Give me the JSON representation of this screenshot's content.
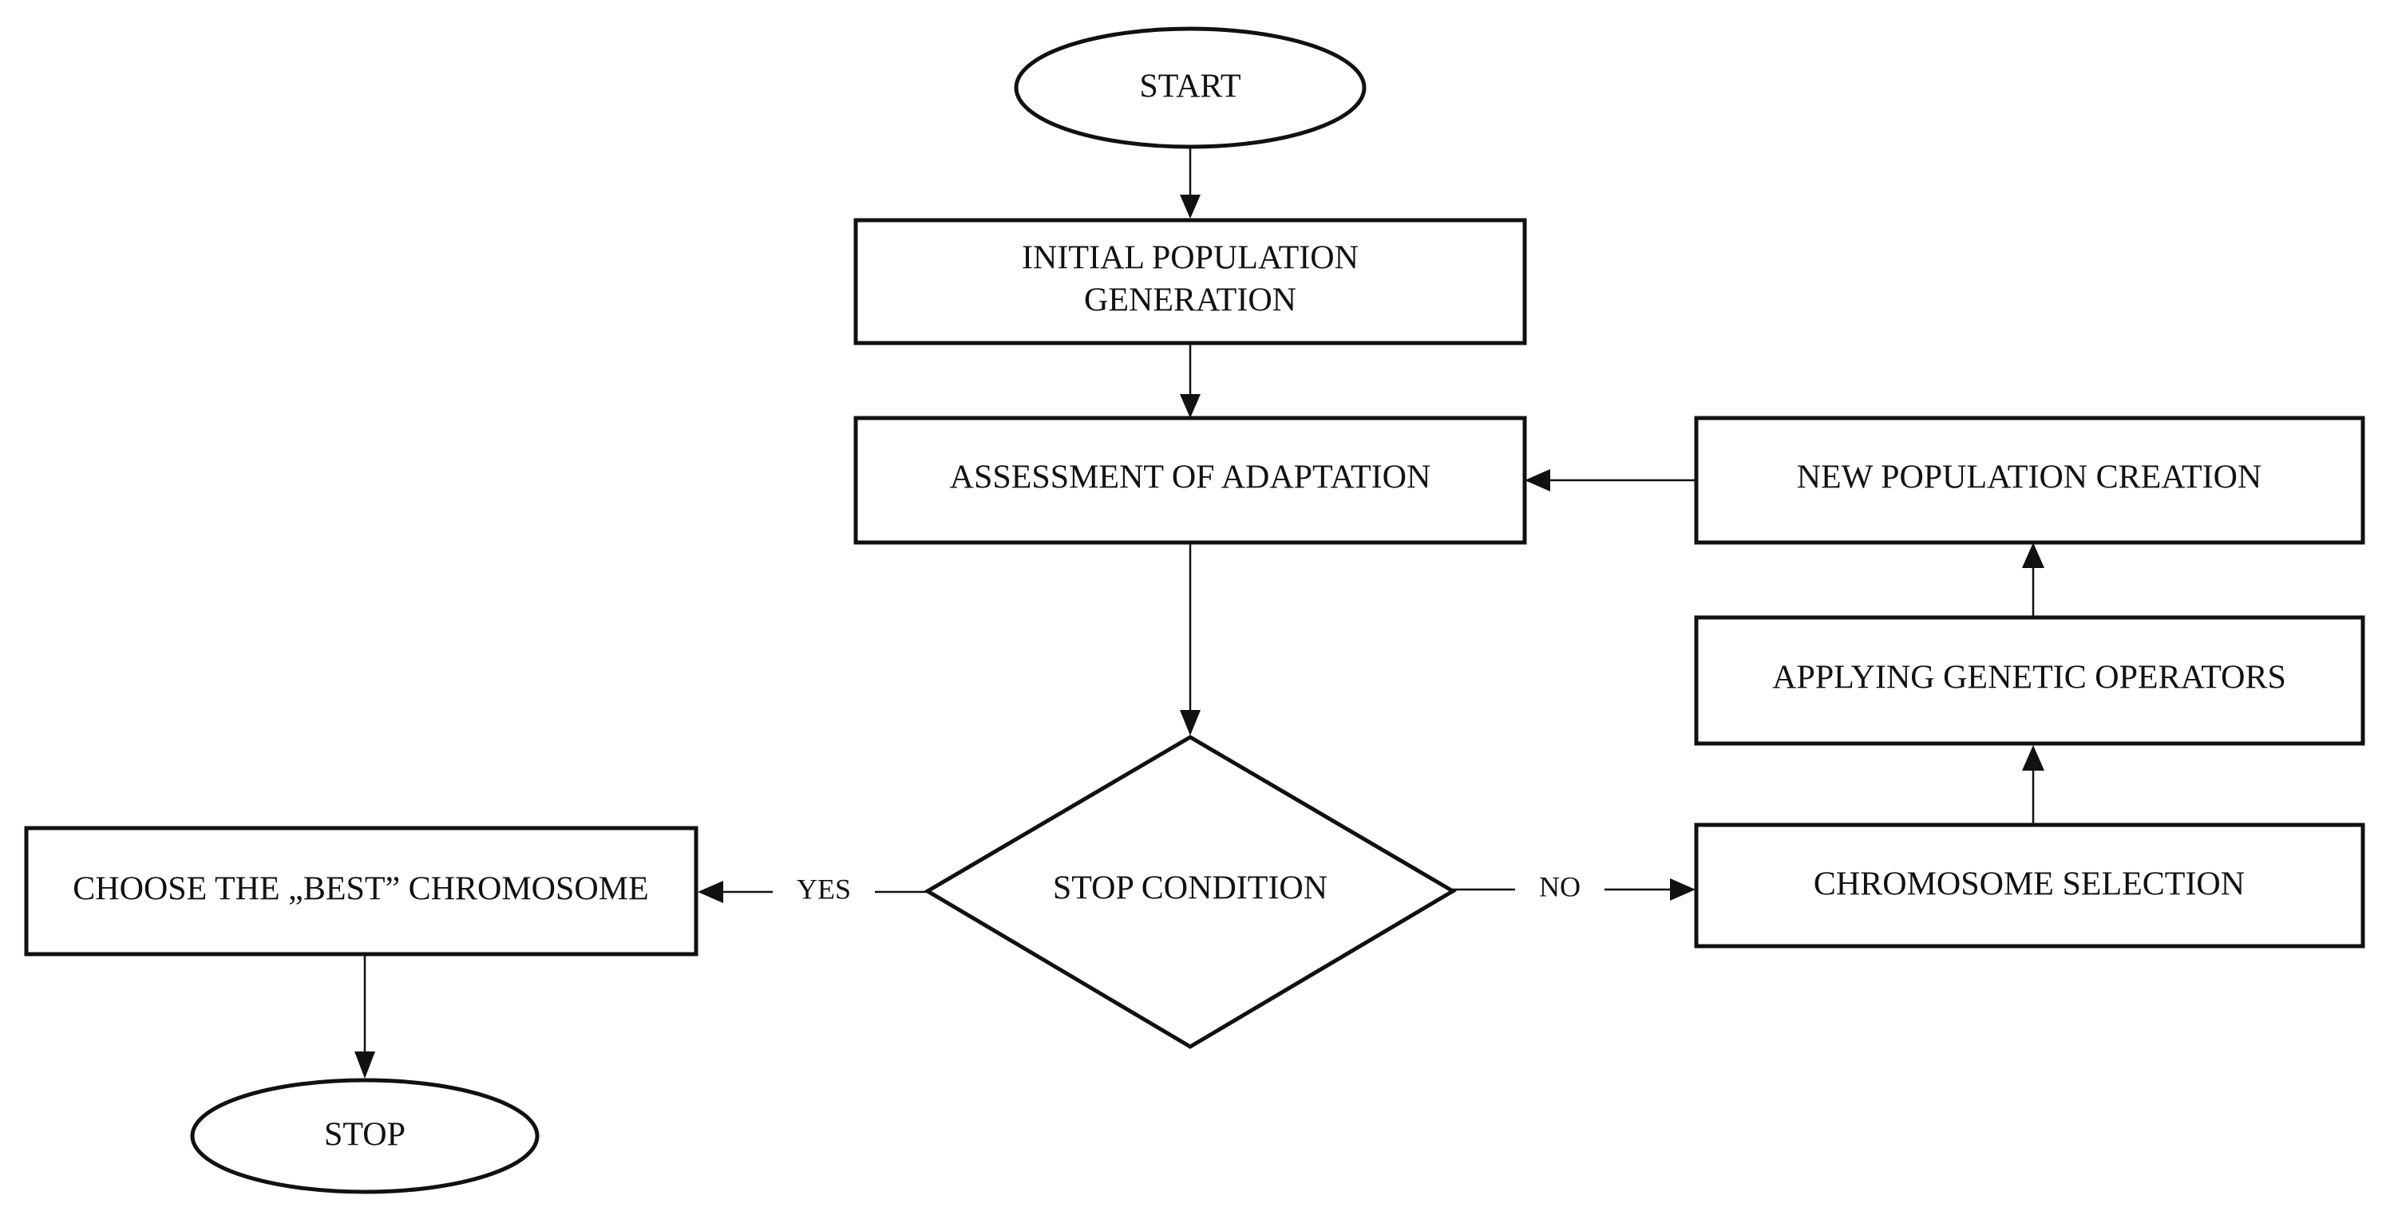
{
  "diagram": {
    "nodes": {
      "start": "START",
      "initial_population": {
        "line1": "INITIAL POPULATION",
        "line2": "GENERATION"
      },
      "assessment": "ASSESSMENT OF ADAPTATION",
      "new_population": "NEW POPULATION CREATION",
      "genetic_operators": "APPLYING GENETIC OPERATORS",
      "stop_condition": "STOP CONDITION",
      "chromosome_selection": "CHROMOSOME SELECTION",
      "choose_best": "CHOOSE THE „BEST” CHROMOSOME",
      "stop": "STOP"
    },
    "edge_labels": {
      "yes": "YES",
      "no": "NO"
    },
    "colors": {
      "stroke": "#111111",
      "fill": "#ffffff",
      "text": "#111111"
    }
  }
}
